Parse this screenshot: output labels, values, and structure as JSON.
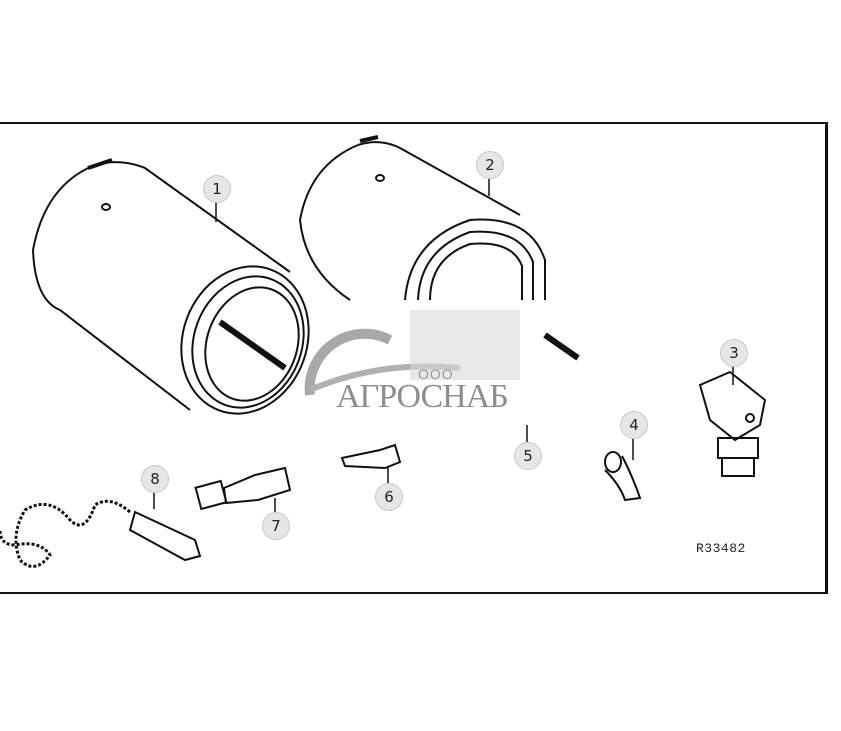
{
  "diagram": {
    "type": "exploded-parts-illustration",
    "reference_code": "R33482",
    "callouts": [
      {
        "number": "1",
        "part": "cylinder-sleeve-large"
      },
      {
        "number": "2",
        "part": "cylinder-sleeve"
      },
      {
        "number": "3",
        "part": "elbow-fitting"
      },
      {
        "number": "4",
        "part": "angled-grease-fitting"
      },
      {
        "number": "5",
        "part": "small-fitting"
      },
      {
        "number": "6",
        "part": "straight-adapter"
      },
      {
        "number": "7",
        "part": "coupler-with-nut"
      },
      {
        "number": "8",
        "part": "dust-plug-with-chain"
      }
    ]
  },
  "watermark": {
    "prefix": "ООО",
    "name": "АГРОСНАБ"
  },
  "colors": {
    "line": "#111111",
    "callout_fill": "#e6e6e6",
    "watermark": "#9a9a9a"
  }
}
